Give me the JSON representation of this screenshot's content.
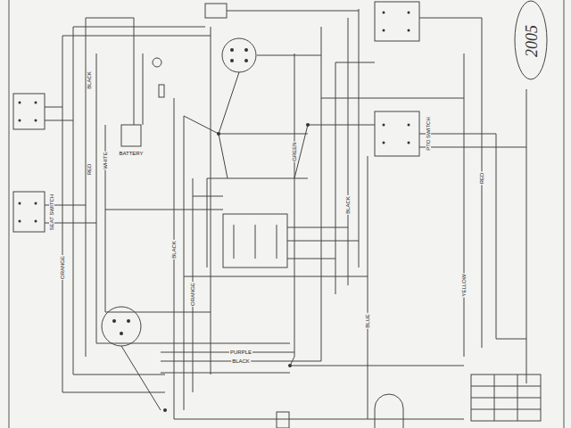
{
  "diagram": {
    "labels": [
      "2005",
      "BLACK",
      "RED",
      "BLACK",
      "ORANGE",
      "WHITE",
      "GREEN",
      "BLACK",
      "BLUE",
      "YELLOW",
      "RED",
      "PURPLE",
      "BLACK",
      "ORANGE",
      "SEAT SWITCH",
      "PTO SWITCH",
      "BATTERY"
    ]
  }
}
